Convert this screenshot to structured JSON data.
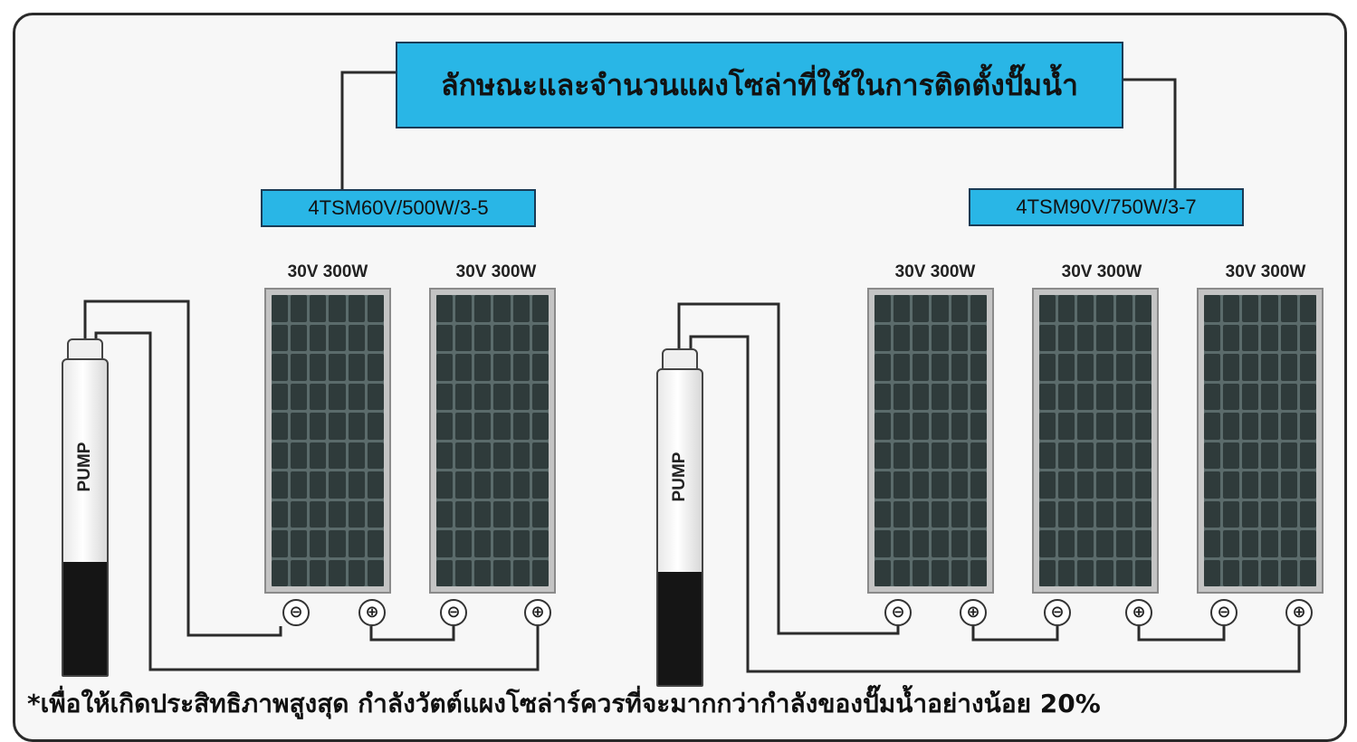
{
  "title": "ลักษณะและจำนวนแผงโซล่าที่ใช้ในการติดตั้งปั๊มน้ำ",
  "models": [
    "4TSM60V/500W/3-5",
    "4TSM90V/750W/3-7"
  ],
  "left_system": {
    "pump_label": "PUMP",
    "panels": [
      {
        "label": "30V 300W"
      },
      {
        "label": "30V 300W"
      }
    ]
  },
  "right_system": {
    "pump_label": "PUMP",
    "panels": [
      {
        "label": "30V 300W"
      },
      {
        "label": "30V 300W"
      },
      {
        "label": "30V 300W"
      }
    ]
  },
  "terminals": {
    "negative": "⊖",
    "positive": "⊕"
  },
  "footnote": "*เพื่อให้เกิดประสิทธิภาพสูงสุด กำลังวัตต์แผงโซล่าร์ควรที่จะมากกว่ากำลังของปั๊มน้ำอย่างน้อย 20%",
  "colors": {
    "box_fill": "#29b6e6",
    "cell": "#2f3b3b",
    "pump_dark": "#151515"
  }
}
